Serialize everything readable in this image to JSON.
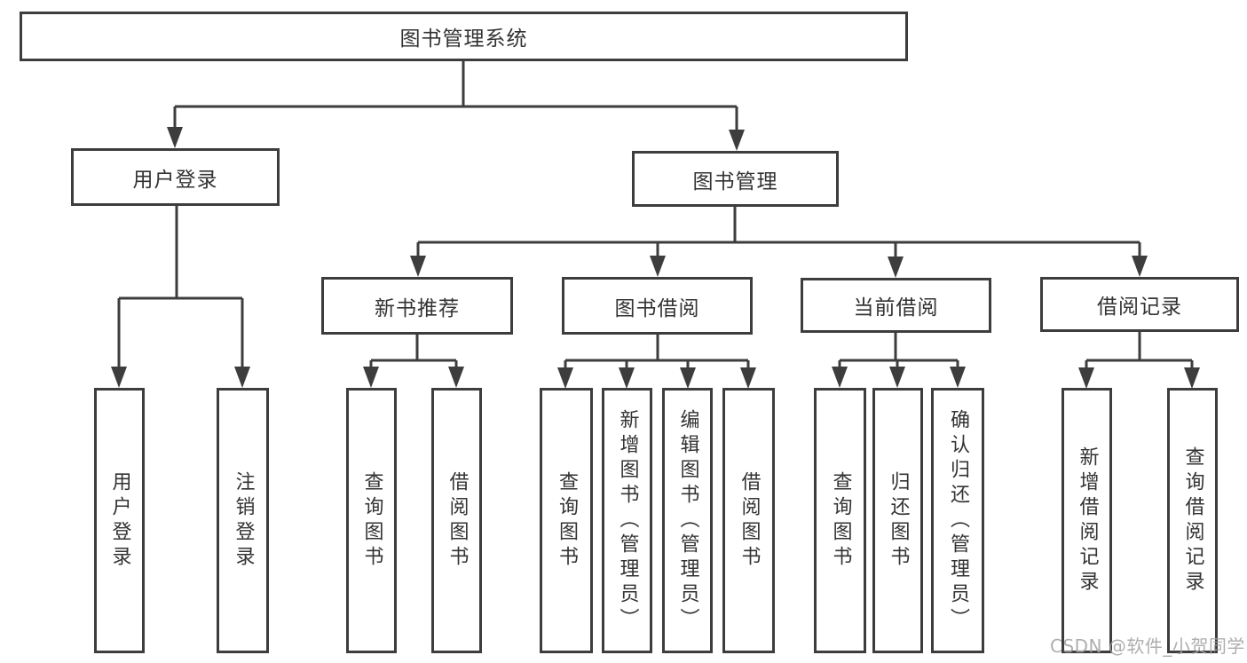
{
  "tree": {
    "root": {
      "label": "图书管理系统"
    },
    "branches": [
      {
        "label": "用户登录",
        "children": [
          {
            "label": "用户登录"
          },
          {
            "label": "注销登录"
          }
        ]
      },
      {
        "label": "图书管理",
        "children": [
          {
            "label": "新书推荐",
            "children": [
              {
                "label": "查询图书"
              },
              {
                "label": "借阅图书"
              }
            ]
          },
          {
            "label": "图书借阅",
            "children": [
              {
                "label": "查询图书"
              },
              {
                "label": "新增图书（管理员）"
              },
              {
                "label": "编辑图书（管理员）"
              },
              {
                "label": "借阅图书"
              }
            ]
          },
          {
            "label": "当前借阅",
            "children": [
              {
                "label": "查询图书"
              },
              {
                "label": "归还图书"
              },
              {
                "label": "确认归还（管理员）"
              }
            ]
          },
          {
            "label": "借阅记录",
            "children": [
              {
                "label": "新增借阅记录"
              },
              {
                "label": "查询借阅记录"
              }
            ]
          }
        ]
      }
    ]
  },
  "watermark": {
    "text": "CSDN @软件_小贺同学"
  },
  "colors": {
    "line": "#3d3d3d",
    "box_border": "#3d3d3d",
    "text": "#333333",
    "watermark_text": "#a6a6a6",
    "background": "#ffffff"
  }
}
